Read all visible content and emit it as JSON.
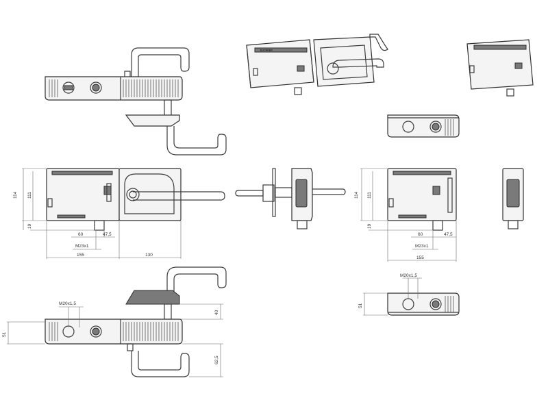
{
  "brand": "EUCHNER",
  "dimensions": {
    "front_height_total": "114",
    "front_height_inner": "111",
    "front_offset": "19",
    "width_60": "60",
    "width_47_5": "47,5",
    "thread_m23": "M23x1",
    "width_155": "155",
    "width_130": "130",
    "right_height_total": "114",
    "right_height_inner": "111",
    "right_offset": "19",
    "right_width_60": "60",
    "right_width_47_5": "47,5",
    "right_thread_m23": "M23x1",
    "right_width_155": "155",
    "thread_m20_left": "M20x1,5",
    "bottom_height_51": "51",
    "bottom_handle_40": "40",
    "bottom_handle_62_5": "62,5",
    "thread_m20_right": "M20x1,5",
    "right_bottom_height_51": "51"
  }
}
